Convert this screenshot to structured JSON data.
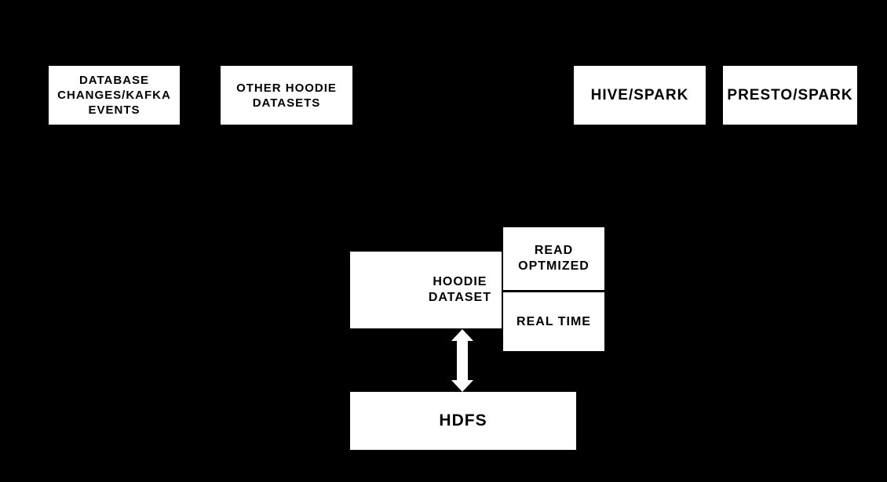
{
  "diagram": {
    "title": "hoodie dataset storage and query architecture",
    "colors": {
      "background": "#000000",
      "node_fill": "#ffffff",
      "node_text": "#000000",
      "connector": "#ffffff",
      "divider": "#000000"
    },
    "nodes": {
      "database_changes": {
        "label": "DATABASE\nCHANGES/KAFKA\nEVENTS"
      },
      "other_hoodie_datasets": {
        "label": "OTHER HOODIE\nDATASETS"
      },
      "hive_spark": {
        "label": "HIVE/SPARK"
      },
      "presto_spark": {
        "label": "PRESTO/SPARK"
      },
      "hoodie_dataset": {
        "label": "HOODIE\nDATASET"
      },
      "read_optimized": {
        "label": "READ\nOPTMIZED"
      },
      "real_time": {
        "label": "REAL TIME"
      },
      "hdfs": {
        "label": "HDFS"
      }
    },
    "connectors": {
      "hoodie_hdfs": {
        "type": "double-headed-vertical-arrow",
        "color": "#ffffff"
      }
    }
  }
}
